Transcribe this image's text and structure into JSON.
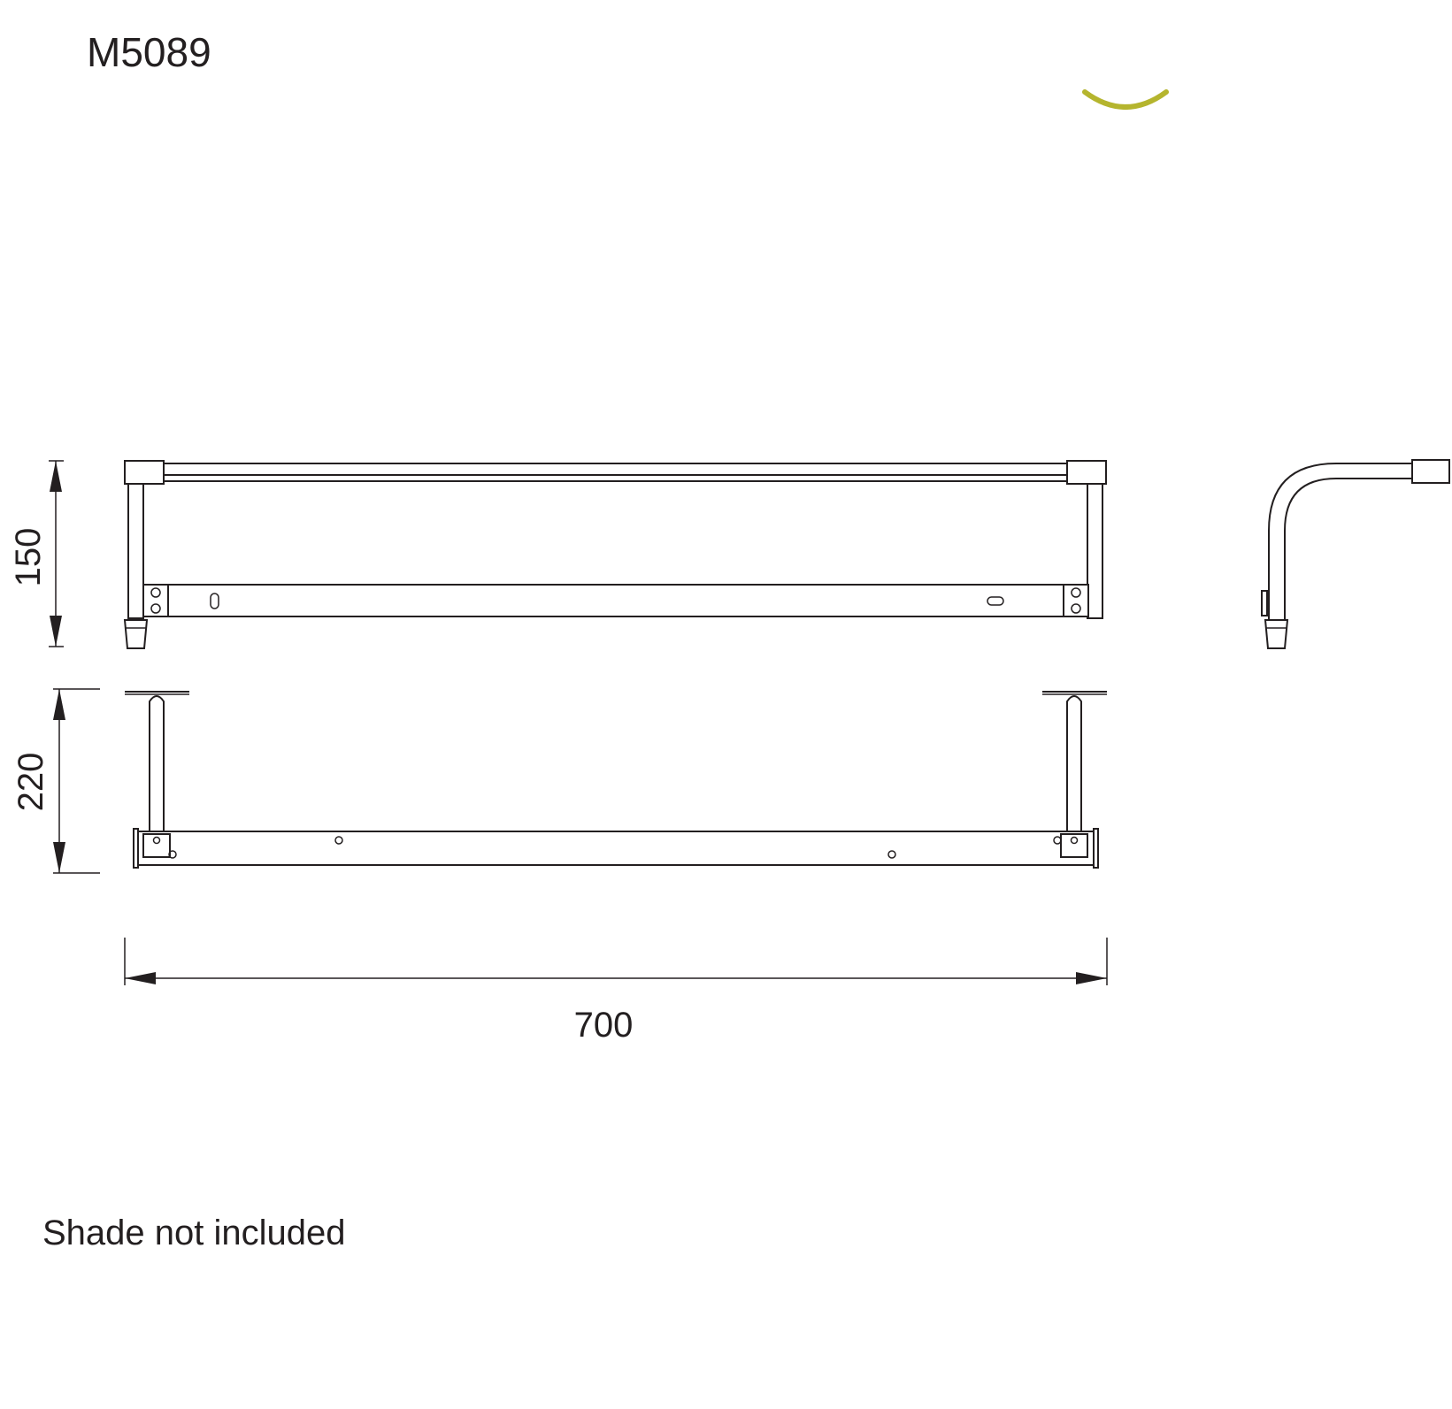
{
  "model_number": "M5089",
  "note": "Shade not included",
  "dimensions": {
    "height_front": "150",
    "height_top": "220",
    "width": "700"
  },
  "colors": {
    "line": "#231f20",
    "shade_accent": "#b5b52e",
    "background": "#ffffff"
  }
}
